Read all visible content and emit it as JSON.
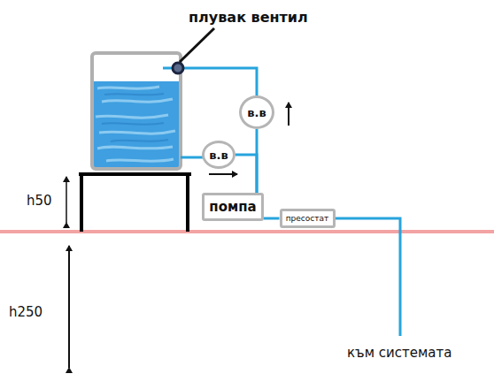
{
  "diagram": {
    "nodes": [
      {
        "text": [
          "в.в"
        ]
      },
      {
        "text": [
          "в.в"
        ]
      },
      {
        "text": [
          "помпа"
        ]
      },
      {
        "text": [
          "пресостат"
        ]
      }
    ],
    "edges": [
      {
        "from": 1,
        "to": 2,
        "arrow": "none"
      },
      {
        "from": 2,
        "to": 0,
        "arrow": "none"
      },
      {
        "from": 2,
        "to": 3,
        "arrow": "none"
      }
    ],
    "labels": [
      "плувак вентил",
      "h50",
      "h250",
      "към системата"
    ]
  }
}
